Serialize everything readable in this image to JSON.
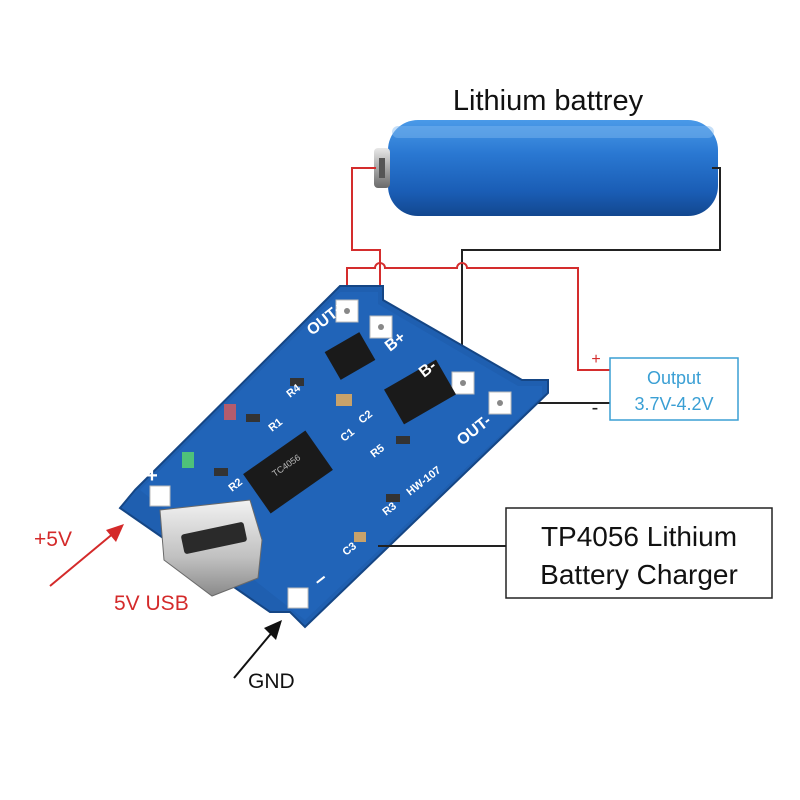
{
  "battery": {
    "label": "Lithium battrey"
  },
  "output": {
    "line1": "Output",
    "line2": "3.7V-4.2V",
    "plus": "+",
    "minus": "-"
  },
  "charger": {
    "line1": "TP4056 Lithium",
    "line2": "Battery Charger"
  },
  "input": {
    "plus": "+5V",
    "usb": "5V USB",
    "gnd": "GND"
  },
  "board": {
    "out_plus": "OUT+",
    "b_plus": "B+",
    "b_minus": "B-",
    "out_minus": "OUT-",
    "pad_plus": "+",
    "pad_minus": "–",
    "model": "HW-107",
    "chip": "TC4056",
    "r1": "R1",
    "r2": "R2",
    "r3": "R3",
    "r4": "R4",
    "r5": "R5",
    "c1": "C1",
    "c2": "C2",
    "c3": "C3"
  },
  "colors": {
    "red_wire": "#d42d2d",
    "black_wire": "#222222",
    "output_box": "#3a9fd4",
    "pcb": "#1f5fb0",
    "battery": "#1e6fc8",
    "red_text": "#d42a2a"
  }
}
